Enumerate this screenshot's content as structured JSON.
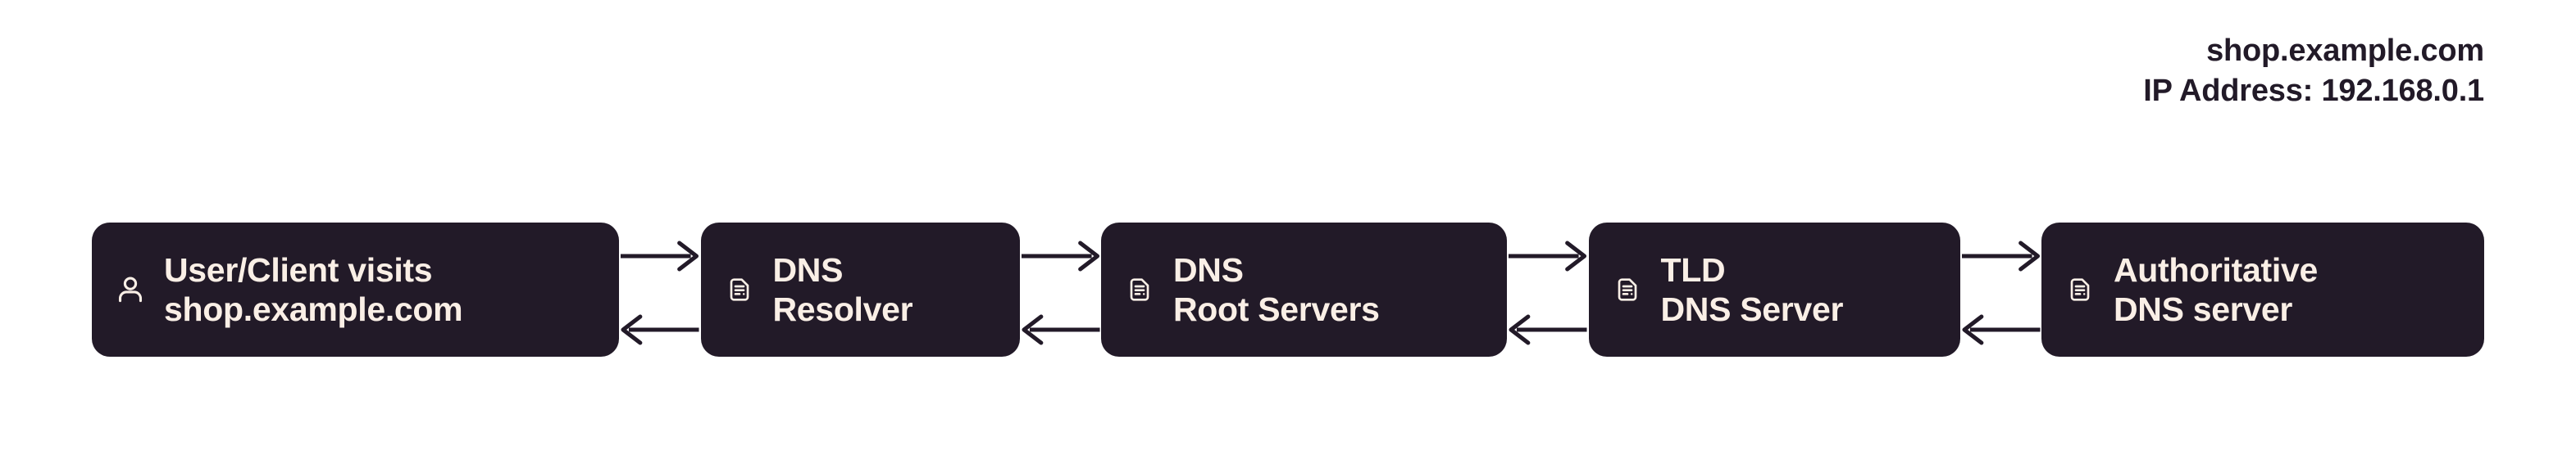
{
  "annotation": {
    "domain": "shop.example.com",
    "ip_line": "IP Address: 192.168.0.1"
  },
  "colors": {
    "background": "#ffffff",
    "node_fill": "#221A28",
    "node_text": "#FAEFE6",
    "annotation_text": "#221A28",
    "arrow": "#221A28"
  },
  "flow": {
    "nodes": [
      {
        "id": "user-client",
        "label": "User/Client visits\nshop.example.com",
        "icon": "person-icon"
      },
      {
        "id": "dns-resolver",
        "label": "DNS\nResolver",
        "icon": "server-icon"
      },
      {
        "id": "dns-root-servers",
        "label": "DNS\nRoot Servers",
        "icon": "server-icon"
      },
      {
        "id": "tld-dns-server",
        "label": "TLD\nDNS Server",
        "icon": "server-icon"
      },
      {
        "id": "authoritative-dns-server",
        "label": "Authoritative\nDNS server",
        "icon": "server-icon"
      }
    ],
    "connectors": [
      {
        "forward": "right-arrow",
        "backward": "left-arrow"
      },
      {
        "forward": "right-arrow",
        "backward": "left-arrow"
      },
      {
        "forward": "right-arrow",
        "backward": "left-arrow"
      },
      {
        "forward": "right-arrow",
        "backward": "left-arrow"
      }
    ]
  }
}
